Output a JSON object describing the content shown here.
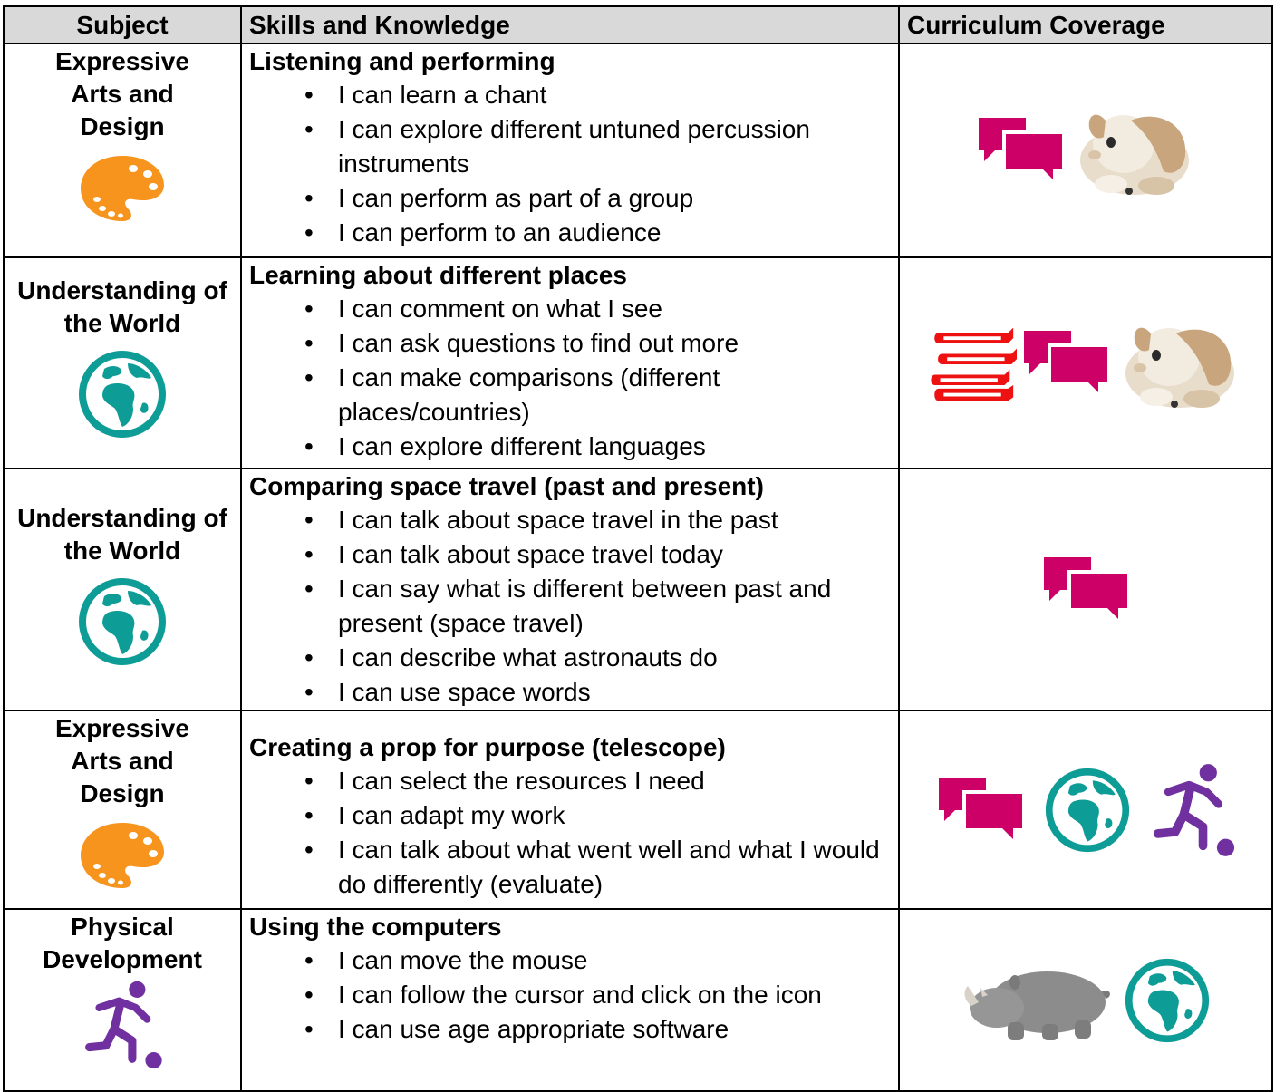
{
  "headers": {
    "subject": "Subject",
    "skills": "Skills and Knowledge",
    "coverage": "Curriculum Coverage"
  },
  "colors": {
    "palette": "#f7941d",
    "globe": "#0e9c96",
    "speech": "#cc0066",
    "books": "#ee1111",
    "runner": "#7030a0",
    "header_bg": "#d9d9d9"
  },
  "rows": [
    {
      "subject": "Expressive Arts and Design",
      "subject_icon": "palette-icon",
      "topic": "Listening and performing",
      "items": [
        "I can learn a chant",
        "I can explore different untuned percussion instruments",
        "I can perform as part of a group",
        "I can perform to an audience"
      ],
      "coverage_icons": [
        "speech-bubbles-icon",
        "rabbit-toy-icon"
      ]
    },
    {
      "subject": "Understanding of the World",
      "subject_icon": "globe-icon",
      "topic": "Learning about different places",
      "items": [
        "I can comment on what I see",
        "I can ask questions to find out more",
        "I can make comparisons (different places/countries)",
        "I can explore different languages"
      ],
      "coverage_icons": [
        "books-icon",
        "speech-bubbles-icon",
        "rabbit-toy-icon"
      ]
    },
    {
      "subject": "Understanding of the World",
      "subject_icon": "globe-icon",
      "topic": "Comparing space travel (past and present)",
      "items": [
        "I can talk about space travel in the past",
        "I can talk about space travel today",
        "I can say what is different between past and present (space travel)",
        "I can describe what astronauts do",
        "I can use space words"
      ],
      "coverage_icons": [
        "speech-bubbles-icon"
      ]
    },
    {
      "subject": "Expressive Arts and Design",
      "subject_icon": "palette-icon",
      "topic": "Creating a prop for purpose (telescope)",
      "items": [
        "I can select the resources I need",
        "I can adapt my work",
        "I can talk about what went well and what I would do differently (evaluate)"
      ],
      "coverage_icons": [
        "speech-bubbles-icon",
        "globe-icon",
        "runner-icon"
      ]
    },
    {
      "subject": "Physical Development",
      "subject_icon": "runner-icon",
      "topic": "Using the computers",
      "items": [
        "I can move the mouse",
        "I can follow the cursor and click on the icon",
        "I can use age appropriate software"
      ],
      "coverage_icons": [
        "rhino-toy-icon",
        "globe-icon"
      ]
    }
  ]
}
